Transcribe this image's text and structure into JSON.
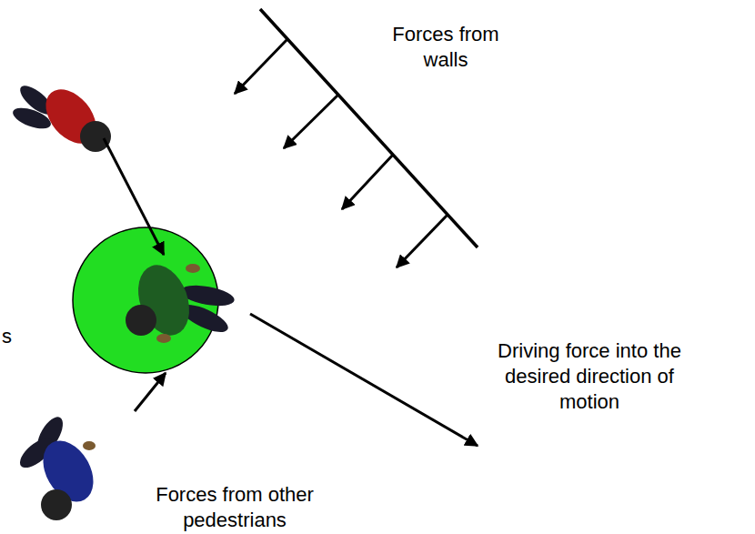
{
  "diagram": {
    "labels": [
      "Forces from walls",
      "Driving force into the desired direction of motion",
      "Forces from other pedestrians",
      "s"
    ]
  }
}
